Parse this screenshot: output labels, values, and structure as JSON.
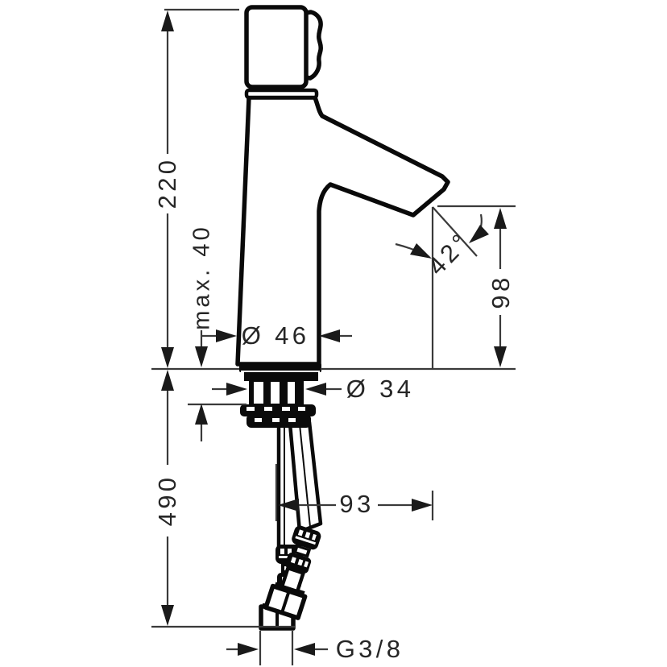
{
  "drawing": {
    "background_color": "#ffffff",
    "dimension_line_color": "#3a3a3a",
    "outline_color": "#0a0a0a",
    "dimensions": {
      "total_height": "220",
      "max_deck_thickness": "max. 40",
      "body_diameter": "Ø 46",
      "tap_hole_diameter": "Ø 34",
      "spout_angle": "42°",
      "spout_height": "98",
      "spout_reach": "93",
      "hose_length": "490",
      "thread_size": "G3/8"
    }
  }
}
